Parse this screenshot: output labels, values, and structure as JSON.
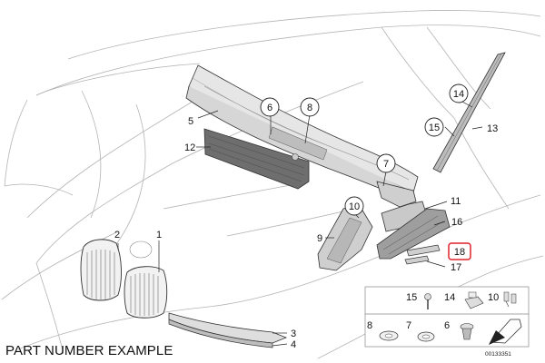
{
  "caption": "PART NUMBER EXAMPLE",
  "diagram_code": "00133351",
  "highlight_color": "#e0222b",
  "callouts": {
    "c5": "5",
    "c6": "6",
    "c8": "8",
    "c12": "12",
    "c7": "7",
    "c14": "14",
    "c15": "15",
    "c13": "13",
    "c11": "11",
    "c10": "10",
    "c16": "16",
    "c9": "9",
    "c18": "18",
    "c17": "17",
    "c2": "2",
    "c1": "1",
    "c3": "3",
    "c4": "4",
    "k15": "15",
    "k14": "14",
    "k10": "10",
    "k8": "8",
    "k7": "7",
    "k6": "6"
  }
}
